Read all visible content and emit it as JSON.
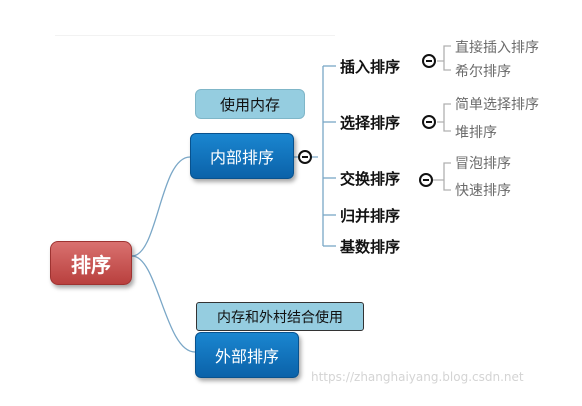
{
  "mindmap": {
    "root": "排序",
    "internal": {
      "label": "内部排序",
      "note": "使用内存",
      "categories": [
        {
          "label": "插入排序",
          "children": [
            "直接插入排序",
            "希尔排序"
          ]
        },
        {
          "label": "选择排序",
          "children": [
            "简单选择排序",
            "堆排序"
          ]
        },
        {
          "label": "交换排序",
          "children": [
            "冒泡排序",
            "快速排序"
          ]
        },
        {
          "label": "归并排序",
          "children": []
        },
        {
          "label": "基数排序",
          "children": []
        }
      ]
    },
    "external": {
      "label": "外部排序",
      "note": "内存和外村结合使用"
    }
  },
  "watermark": "https://zhanghaiyang.blog.csdn.net",
  "colors": {
    "root": "#c0504d",
    "main_node": "#0f6fbc",
    "callout": "#95cde0",
    "connector": "#4a90c0",
    "leaf_text": "#6b6b6b"
  }
}
